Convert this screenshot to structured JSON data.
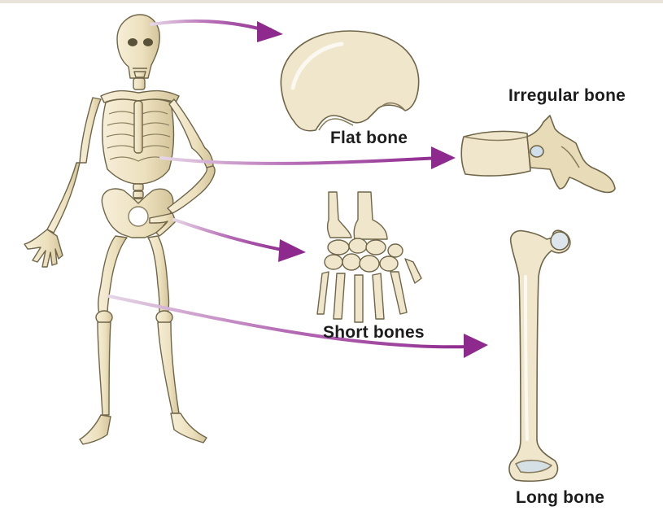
{
  "labels": {
    "flat": "Flat bone",
    "irregular": "Irregular bone",
    "short": "Short bones",
    "long": "Long bone"
  },
  "colors": {
    "bone_fill": "#efe6cc",
    "bone_shade": "#d8caa2",
    "bone_outline": "#6f6548",
    "arrow": "#8e2a8e"
  }
}
